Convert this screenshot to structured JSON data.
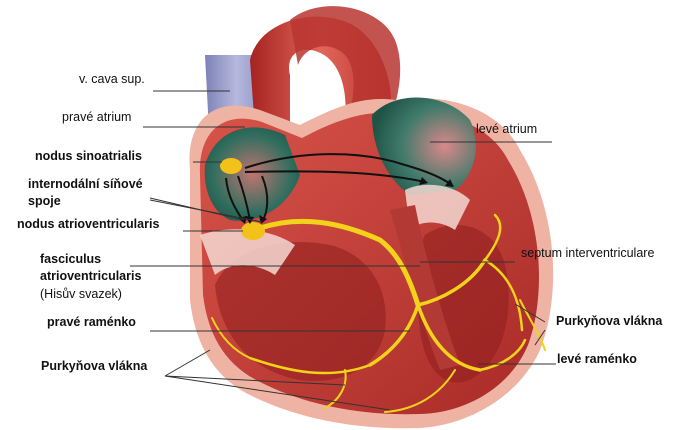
{
  "labels": {
    "vena_cava": "v. cava sup.",
    "right_atrium": "pravé atrium",
    "sa_node": "nodus sinoatrialis",
    "internodal_1": "internodální síňové",
    "internodal_2": "spoje",
    "av_node": "nodus atrioventricularis",
    "bundle_1": "fasciculus",
    "bundle_2": "atrioventricularis",
    "bundle_3": "(Hisův svazek)",
    "right_branch": "pravé raménko",
    "purkinje_left": "Purkyňova vlákna",
    "left_atrium": "levé atrium",
    "septum": "septum interventriculare",
    "purkinje_right": "Purkyňova vlákna",
    "left_branch": "levé raménko"
  },
  "colors": {
    "muscle": "#c8403a",
    "muscle_dark": "#8e1e1d",
    "pericardium": "#f1b3a6",
    "vein": "#8f93c4",
    "atrium_inner": "#2f6e5e",
    "conduction": "#f2d21a",
    "node": "#f2c21a"
  }
}
